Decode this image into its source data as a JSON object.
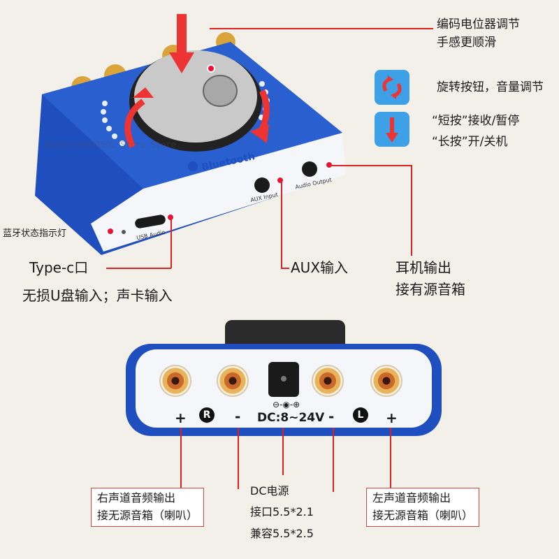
{
  "top_device": {
    "brand_label": "Bluetooth",
    "aux_input_label": "AUX Input",
    "audio_output_label": "Audio Output",
    "usb_audio_label": "USB Audio"
  },
  "annotations": {
    "encoder_line1": "编码电位器调节",
    "encoder_line2": "手感更顺滑",
    "rotate": "旋转按钮，音量调节",
    "short_press": "“短按”接收/暂停",
    "long_press": "“长按”开/关机",
    "bt_indicator": "蓝牙状态指示灯",
    "typec_title": "Type-c口",
    "typec_desc": "无损U盘输入；声卡输入",
    "aux": "AUX输入",
    "headphone_line1": "耳机输出",
    "headphone_line2": "接有源音箱"
  },
  "bottom_device": {
    "right_channel_mark": "R",
    "left_channel_mark": "L",
    "plus_left": "+",
    "minus_left": "-",
    "minus_right": "-",
    "plus_right": "+",
    "dc_label": "DC:8~24V"
  },
  "bottom_notes": {
    "right_line1": "右声道音频输出",
    "right_line2": "接无源音箱（喇叭）",
    "dc_line1": "DC电源",
    "dc_line2": "接口5.5*2.1",
    "dc_line3": "兼容5.5*2.5",
    "left_line1": "左声道音频输出",
    "left_line2": "接无源音箱（喇叭）"
  },
  "watermark": "Number0ne00501 Store Store",
  "colors": {
    "body_blue": "#1f4fbf",
    "panel_white": "#f4f6fa",
    "accent_red": "#dd2222",
    "tile_blue": "#3ea0e6"
  }
}
